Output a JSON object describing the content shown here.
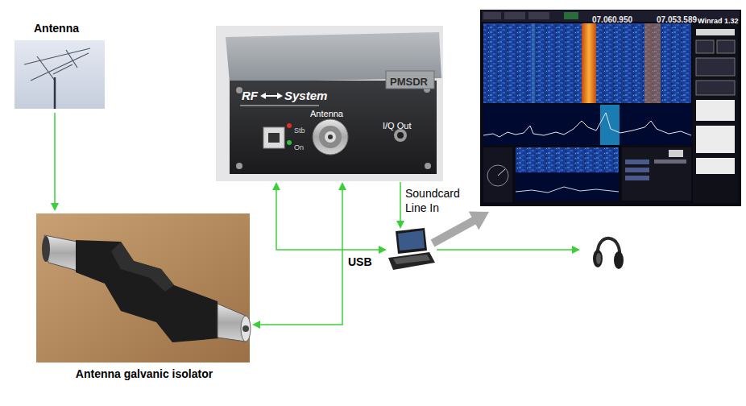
{
  "diagram": {
    "nodes": [
      {
        "text": [
          "Antenna"
        ]
      },
      {
        "text": [
          "RF",
          "System",
          "PMSDR",
          "Antenna",
          "Stb",
          "On",
          "I/Q Out"
        ]
      },
      {
        "text": [
          "07.060.950",
          "07.053.589",
          "Winrad 1.32"
        ]
      },
      {
        "text": [
          "Antenna galvanic isolator"
        ]
      }
    ],
    "edges": [
      {
        "from": 0,
        "to": 3,
        "arrow": "to"
      },
      {
        "from": 3,
        "to": 1,
        "arrow": "both"
      }
    ],
    "labels": [
      "Soundcard Line In",
      "USB"
    ]
  }
}
